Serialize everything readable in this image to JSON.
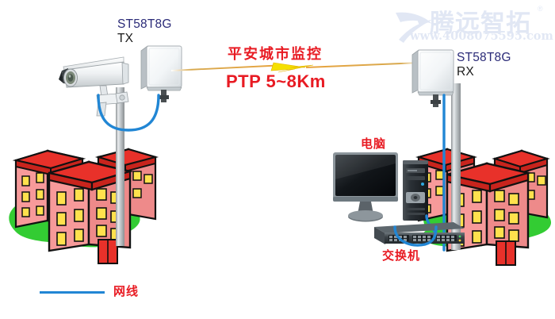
{
  "watermark": {
    "brand_cn": "腾远智拓",
    "registered_mark": "®",
    "url": "www.4008075595.com",
    "color": "#9fb3de"
  },
  "link": {
    "title_cn": "平安城市监控",
    "spec": "PTP 5~8Km",
    "title_color": "#e81b23",
    "bolt_color": "#f5e000",
    "line_color": "#e8a33d"
  },
  "tx": {
    "model": "ST58T8G",
    "direction": "TX",
    "model_color": "#2b2b78"
  },
  "rx": {
    "model": "ST58T8G",
    "direction": "RX",
    "model_color": "#2b2b78"
  },
  "devices": {
    "computer_label": "电脑",
    "switch_label": "交换机",
    "label_color": "#e81b23"
  },
  "legend": {
    "cable_label": "网线",
    "cable_color": "#2186d4",
    "label_color": "#e81b23"
  },
  "scene": {
    "grass_color": "#33cc33",
    "building_wall": "#f79a9a",
    "building_roof": "#e8312a",
    "window_color": "#ffe14d",
    "pole_color": "#c8cdd0",
    "camera_color": "#f2f4f5",
    "antenna_color": "#f4f6f7",
    "cable_color": "#2186d4"
  }
}
